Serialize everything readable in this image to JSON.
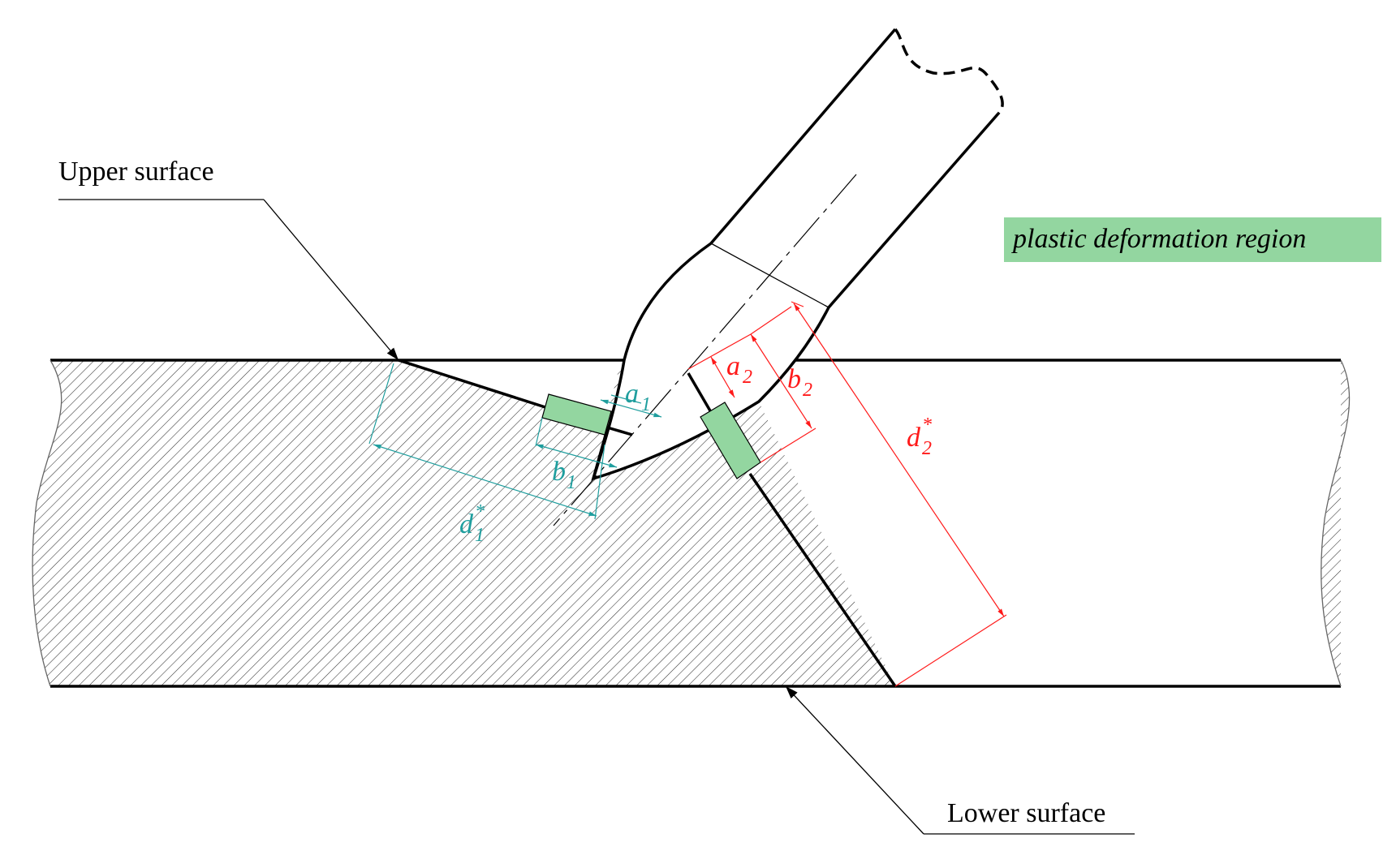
{
  "labels": {
    "upper_surface": "Upper surface",
    "lower_surface": "Lower surface",
    "legend": "plastic deformation region",
    "a1": "a",
    "a1_sub": "1",
    "b1": "b",
    "b1_sub": "1",
    "d1": "d",
    "d1_sub": "1",
    "d1_sup": "*",
    "a2": "a",
    "a2_sub": "2",
    "b2": "b",
    "b2_sub": "2",
    "d2": "d",
    "d2_sub": "2",
    "d2_sup": "*"
  },
  "colors": {
    "outline": "#000000",
    "hatch": "#333333",
    "deformation_fill": "#93d6a0",
    "dimension_cyan": "#1f9e9e",
    "dimension_red": "#ff1a1a",
    "background": "#ffffff"
  }
}
